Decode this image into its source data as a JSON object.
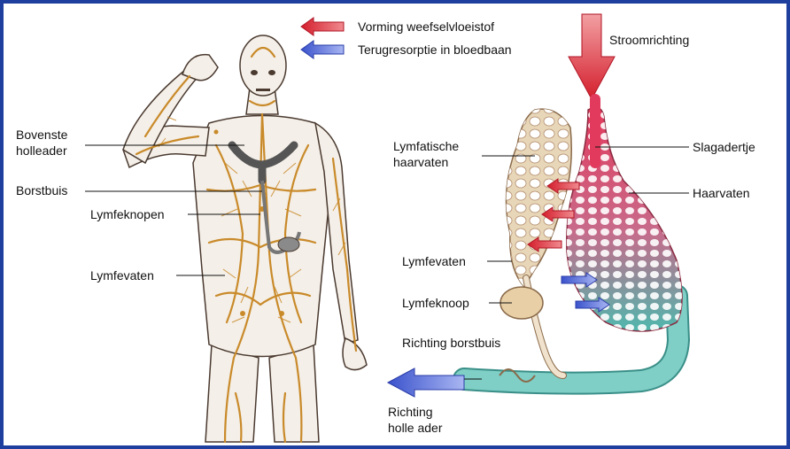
{
  "legend": {
    "formation": "Vorming weefselvloeistof",
    "reabsorption": "Terugresorptie in bloedbaan",
    "flow": "Stroomrichting"
  },
  "left_labels": {
    "superior_vena_cava_1": "Bovenste",
    "superior_vena_cava_2": "holleader",
    "thoracic_duct": "Borstbuis",
    "lymph_nodes": "Lymfeknopen",
    "lymph_vessels": "Lymfevaten"
  },
  "right_labels": {
    "lymph_capillaries_1": "Lymfatische",
    "lymph_capillaries_2": "haarvaten",
    "arteriole": "Slagadertje",
    "capillaries": "Haarvaten",
    "lymph_vessels": "Lymfevaten",
    "lymph_node": "Lymfeknoop",
    "direction_duct": "Richting borstbuis",
    "direction_vein_1": "Richting",
    "direction_vein_2": "holle ader"
  },
  "colors": {
    "frame": "#1e3f9e",
    "lymph": "#c98a2a",
    "artery": "#e23a5c",
    "vein": "#54b8b0",
    "red_arrow": "#e0303a",
    "blue_arrow": "#4a5fd0"
  }
}
